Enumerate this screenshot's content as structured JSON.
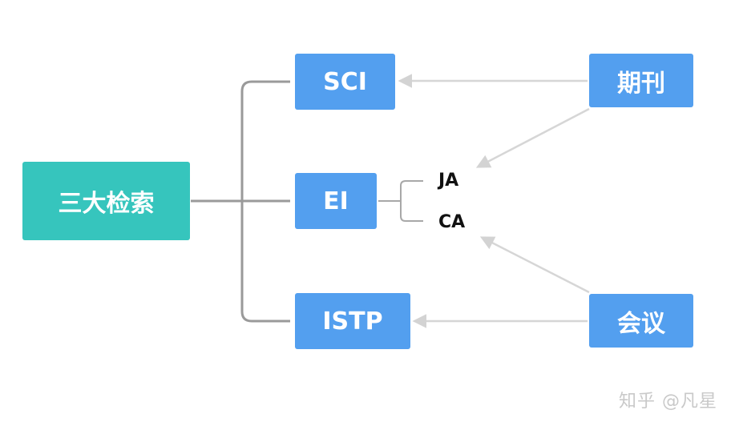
{
  "root": {
    "label": "三大检索"
  },
  "indexes": [
    {
      "label": "SCI"
    },
    {
      "label": "EI"
    },
    {
      "label": "ISTP"
    }
  ],
  "ei_children": [
    {
      "label": "JA"
    },
    {
      "label": "CA"
    }
  ],
  "sources": [
    {
      "label": "期刊"
    },
    {
      "label": "会议"
    }
  ],
  "watermark": "知乎 @凡星",
  "colors": {
    "root_fill": "#36c5bd",
    "node_fill": "#539fef",
    "tree_line": "#9a9a9a",
    "arrow": "#d6d6d6"
  }
}
